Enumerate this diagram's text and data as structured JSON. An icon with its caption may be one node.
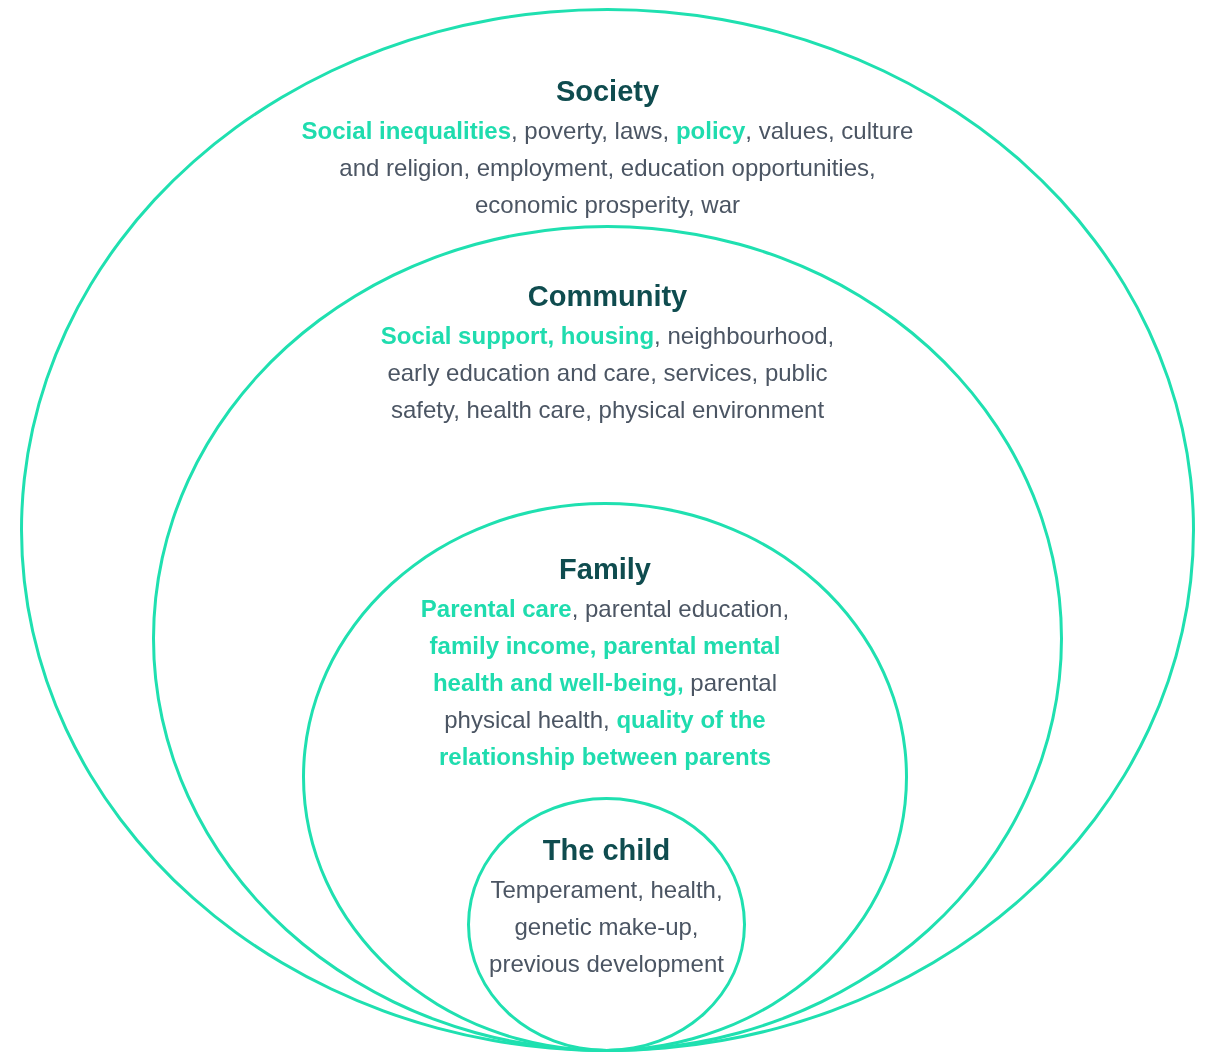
{
  "diagram": {
    "nodes": [
      {
        "text": [
          "Society",
          "**Social inequalities**, poverty, laws, **policy**, values, culture and religion, employment, education opportunities, economic prosperity, war"
        ]
      },
      {
        "text": [
          "Community",
          "**Social support, housing**, neighbourhood, early education and care, services, public safety, health care, physical environment"
        ],
        "in": 0
      },
      {
        "text": [
          "Family",
          "**Parental care**, parental education, **family income, parental mental health and well-being,** parental physical health, **quality of the relationship between parents**"
        ],
        "in": 1
      },
      {
        "text": [
          "The child",
          "Temperament, health, genetic make-up, previous development"
        ],
        "in": 2
      }
    ]
  }
}
